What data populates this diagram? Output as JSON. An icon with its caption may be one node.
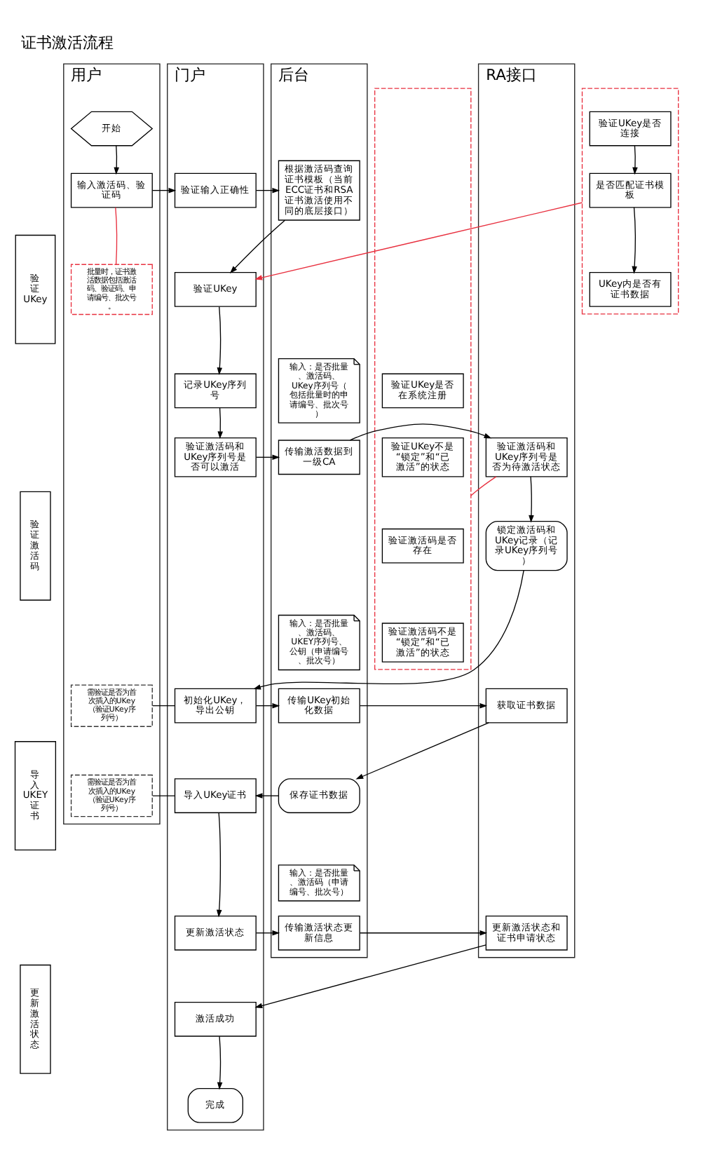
{
  "diagram": {
    "title": "证书激活流程",
    "nodes": [
      {
        "text": [
          "用户"
        ]
      },
      {
        "text": [
          "门户"
        ]
      },
      {
        "text": [
          "后台"
        ]
      },
      {
        "text": [
          "RA接口"
        ]
      },
      {
        "text": [
          "验证UKey"
        ]
      },
      {
        "text": [
          "验证激活码"
        ]
      },
      {
        "text": [
          "导入UKEY证书"
        ]
      },
      {
        "text": [
          "更新激活状态"
        ]
      },
      {
        "text": [
          "开始"
        ],
        "in": 0
      },
      {
        "text": [
          "输入激活码、验证码"
        ],
        "in": 0
      },
      {
        "text": [
          "批量时，证书激活数据包括激活码、验证码、申请编号、批次号。"
        ],
        "in": 0
      },
      {
        "text": [
          "验证输入正确性"
        ],
        "in": 1
      },
      {
        "text": [
          "根据激活码查询证书模板（当前ECC证书和RSA证书激活使用不同的底层接口）"
        ],
        "in": 2
      },
      {
        "text": [
          "验证UKey"
        ],
        "in": 1
      },
      {
        "text": [
          "记录UKey序列号"
        ],
        "in": 1
      },
      {
        "text": [
          "输入：是否批量、激活码、UKey序列号（包括批量时的申请编号、批次号）"
        ],
        "in": 2
      },
      {
        "text": [
          "验证激活码和UKey序列号是否可以激活"
        ],
        "in": 1
      },
      {
        "text": [
          "传输激活数据到一级CA"
        ],
        "in": 2
      },
      {
        "text": [
          "验证激活码和UKey序列号是否为待激活状态"
        ],
        "in": 3
      },
      {
        "text": [
          "锁定激活码和UKey记录（记录UKey序列号）"
        ],
        "in": 3
      },
      {
        "text": [
          "输入：是否批量、激活码、UKEY序列号、公钥（申请编号、批次号）"
        ],
        "in": 2
      },
      {
        "text": [
          "需验证是否为首次插入的UKey（验证UKey序列号）"
        ],
        "in": 0
      },
      {
        "text": [
          "初始化UKey，导出公钥"
        ],
        "in": 1
      },
      {
        "text": [
          "传输UKey初始化数据"
        ],
        "in": 2
      },
      {
        "text": [
          "获取证书数据"
        ],
        "in": 3
      },
      {
        "text": [
          "需验证是否为首次插入的UKey（验证UKey序列号）"
        ],
        "in": 0
      },
      {
        "text": [
          "导入UKey证书"
        ],
        "in": 1
      },
      {
        "text": [
          "保存证书数据"
        ],
        "in": 2
      },
      {
        "text": [
          "输入：是否批量、激活码（申请编号、批次号）"
        ],
        "in": 2
      },
      {
        "text": [
          "更新激活状态"
        ],
        "in": 1
      },
      {
        "text": [
          "传输激活状态更新信息"
        ],
        "in": 2
      },
      {
        "text": [
          "更新激活状态和证书申请状态"
        ],
        "in": 3
      },
      {
        "text": [
          "激活成功"
        ],
        "in": 1
      },
      {
        "text": [
          "完成"
        ],
        "in": 1
      },
      {
        "text": [],
        "shape": "bracket"
      },
      {
        "text": [
          "验证UKey是否连接"
        ],
        "in": 34
      },
      {
        "text": [
          "是否匹配证书模板"
        ],
        "in": 34
      },
      {
        "text": [
          "UKey内是否有证书数据"
        ],
        "in": 34
      },
      {
        "text": [],
        "shape": "bracket"
      },
      {
        "text": [
          "验证UKey是否在系统注册"
        ],
        "in": 38
      },
      {
        "text": [
          "验证UKey不是“锁定”和“已激活”的状态"
        ],
        "in": 38
      },
      {
        "text": [
          "验证激活码是否存在"
        ],
        "in": 38
      },
      {
        "text": [
          "验证激活码不是“锁定”和“已激活”的状态"
        ],
        "in": 38
      }
    ],
    "edges": [
      {
        "from": 8,
        "to": 9,
        "arrow": "to"
      },
      {
        "from": 9,
        "to": 11,
        "arrow": "to"
      },
      {
        "from": 11,
        "to": 12,
        "arrow": "to"
      },
      {
        "from": 12,
        "to": 13,
        "arrow": "to"
      },
      {
        "from": 13,
        "to": 14,
        "arrow": "to"
      },
      {
        "from": 14,
        "to": 16,
        "arrow": "to"
      },
      {
        "from": 16,
        "to": 17,
        "arrow": "to"
      },
      {
        "from": 17,
        "to": 18,
        "arrow": "to"
      },
      {
        "from": 18,
        "to": 19,
        "arrow": "to"
      },
      {
        "from": 19,
        "to": 22,
        "arrow": "to"
      },
      {
        "from": 22,
        "to": 23,
        "arrow": "to"
      },
      {
        "from": 23,
        "to": 24,
        "arrow": "to"
      },
      {
        "from": 24,
        "to": 27,
        "arrow": "to"
      },
      {
        "from": 27,
        "to": 26,
        "arrow": "to"
      },
      {
        "from": 26,
        "to": 29,
        "arrow": "to"
      },
      {
        "from": 29,
        "to": 30,
        "arrow": "to"
      },
      {
        "from": 30,
        "to": 31,
        "arrow": "to"
      },
      {
        "from": 31,
        "to": 32,
        "arrow": "to"
      },
      {
        "from": 32,
        "to": 33,
        "arrow": "to"
      },
      {
        "from": 10,
        "to": 9,
        "arrow": "none",
        "color": "#e8303f"
      },
      {
        "from": 21,
        "to": 22,
        "arrow": "none"
      },
      {
        "from": 25,
        "to": 26,
        "arrow": "none"
      },
      {
        "from": 35,
        "to": 36,
        "arrow": "to"
      },
      {
        "from": 36,
        "to": 37,
        "arrow": "to"
      },
      {
        "from": 34,
        "to": 13,
        "arrow": "to",
        "color": "#e8303f"
      },
      {
        "from": 38,
        "to": 18,
        "arrow": "none",
        "color": "#e8303f"
      }
    ]
  }
}
